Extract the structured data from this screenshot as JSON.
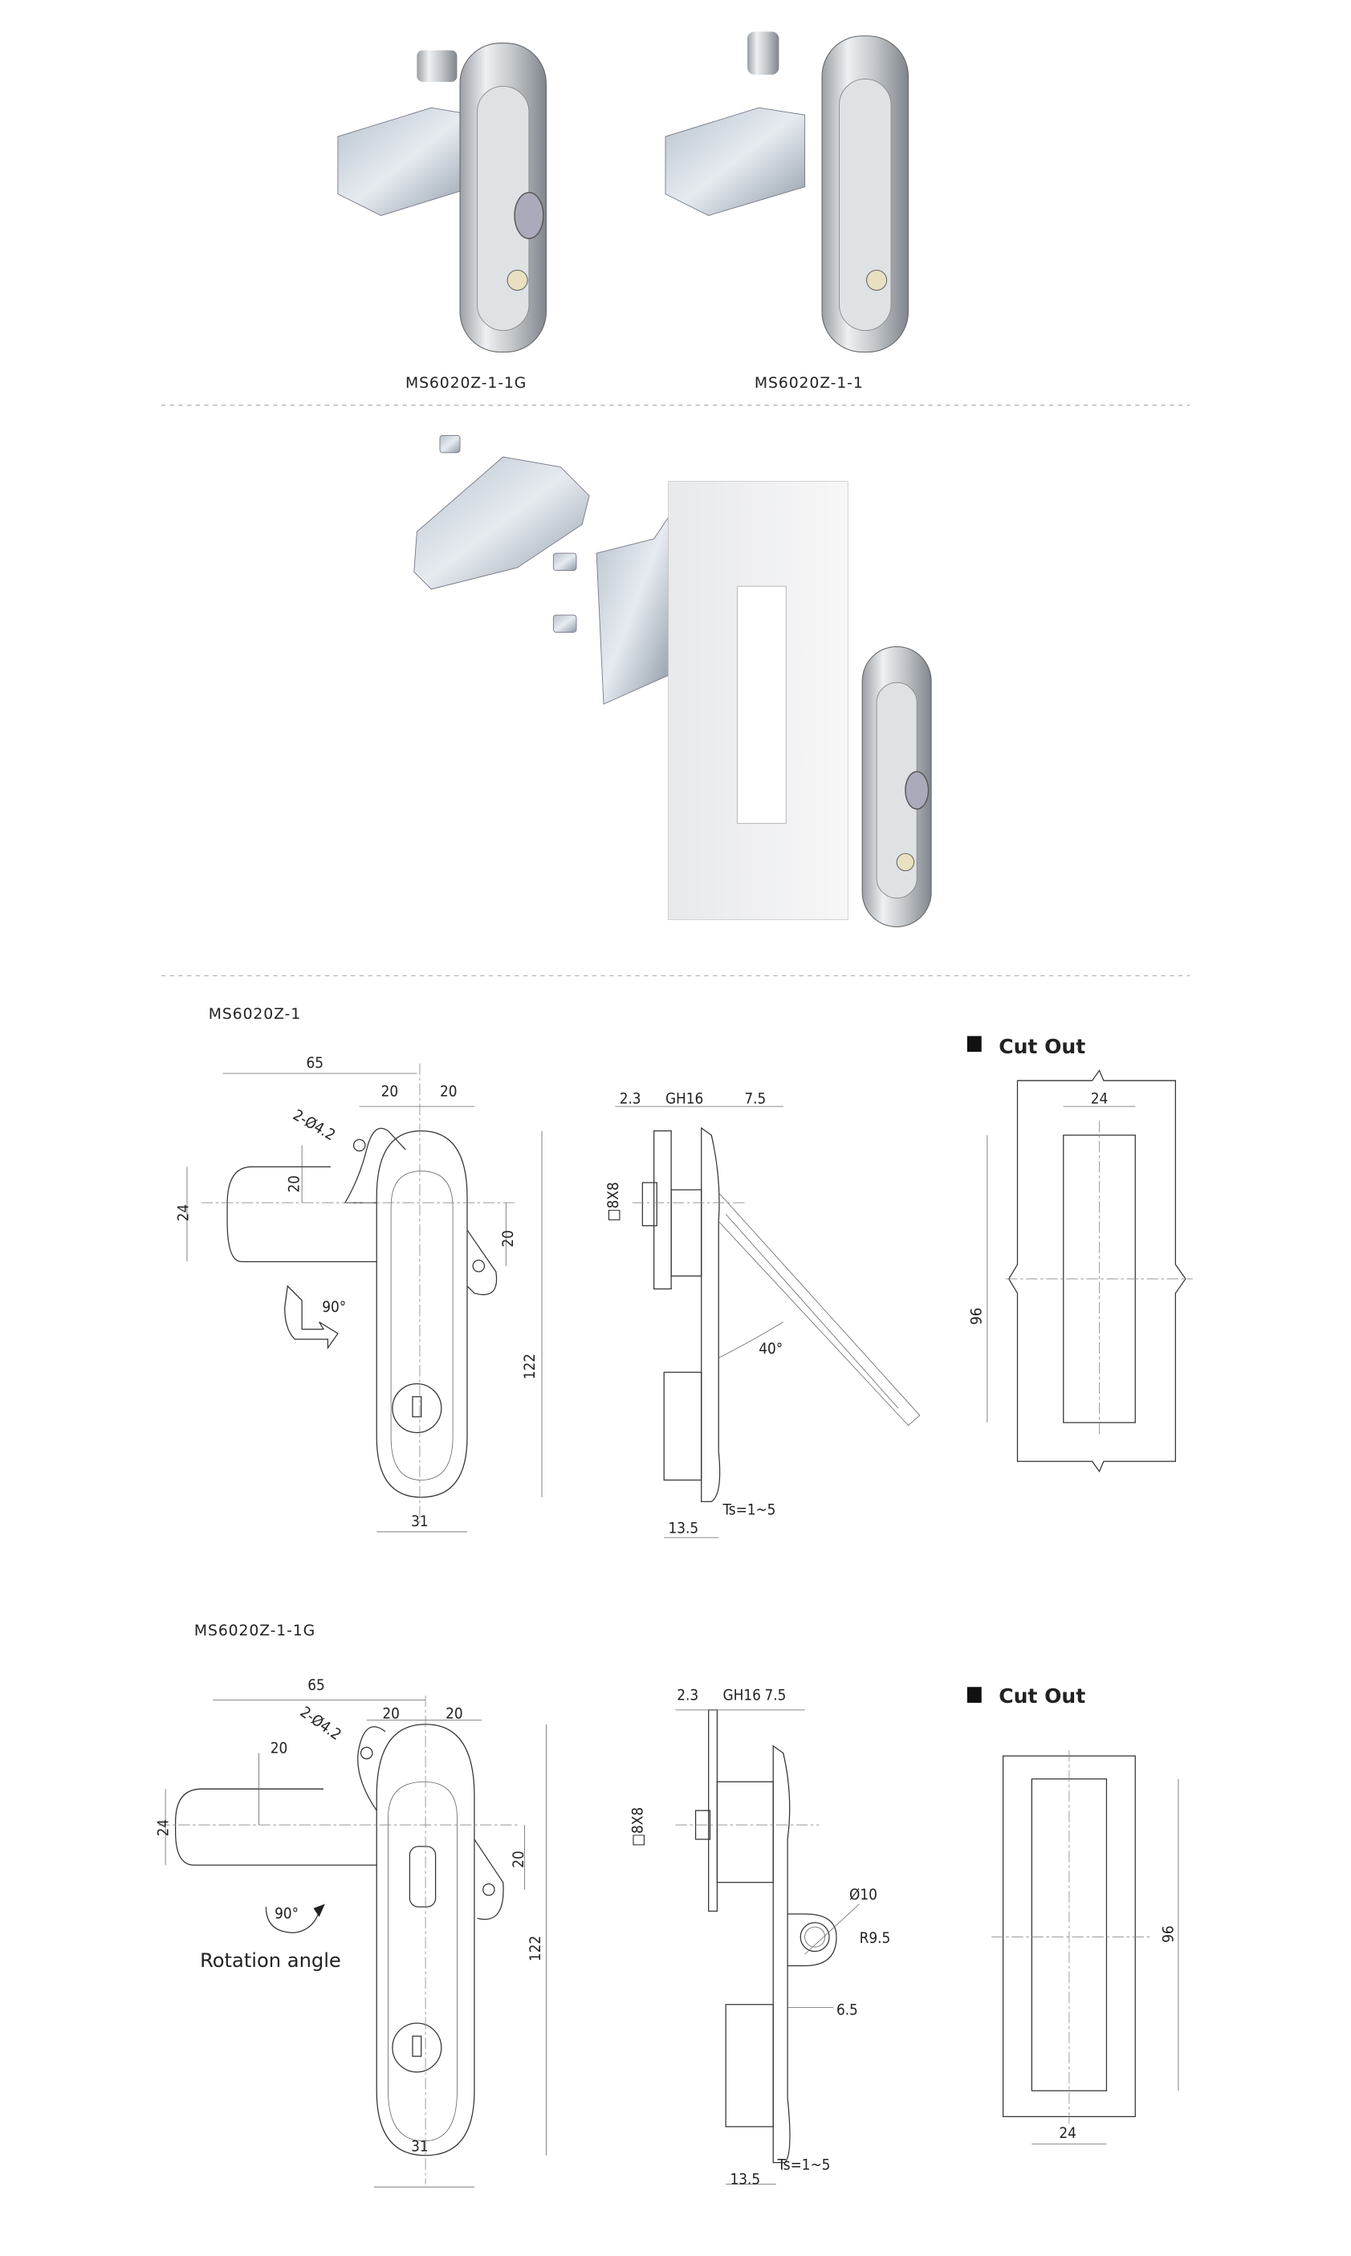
{
  "products": [
    {
      "caption": "MS6020Z-1-1G"
    },
    {
      "caption": "MS6020Z-1-1"
    }
  ],
  "drawings": [
    {
      "model": "MS6020Z-1",
      "front": {
        "overall_width": "65",
        "left_offset": "20",
        "right_offset": "20",
        "hole_spec": "2-Ø4.2",
        "arm_offset": "20",
        "arm_width": "24",
        "tab_offset": "20",
        "rotation": "90°",
        "height": "122",
        "width": "31"
      },
      "side": {
        "plate": "2.3",
        "thread": "GH16",
        "projection": "7.5",
        "square": "□8X8",
        "angle": "40°",
        "thickness": "Ts=1~5",
        "depth": "13.5"
      },
      "cutout": {
        "title": "Cut Out",
        "width": "24",
        "height": "96"
      }
    },
    {
      "model": "MS6020Z-1-1G",
      "front": {
        "overall_width": "65",
        "left_offset": "20",
        "right_offset": "20",
        "hole_spec": "2-Ø4.2",
        "arm_offset": "20",
        "arm_width": "24",
        "tab_offset": "20",
        "rotation": "90°",
        "rotation_label": "Rotation angle",
        "height": "122",
        "width": "31"
      },
      "side": {
        "plate": "2.3",
        "thread": "GH16",
        "projection": "7.5",
        "square": "□8X8",
        "padlock_hole": "Ø10",
        "padlock_radius": "R9.5",
        "padlock_offset": "6.5",
        "thickness": "Ts=1~5",
        "depth": "13.5"
      },
      "cutout": {
        "title": "Cut Out",
        "width": "24",
        "height": "96"
      }
    }
  ]
}
